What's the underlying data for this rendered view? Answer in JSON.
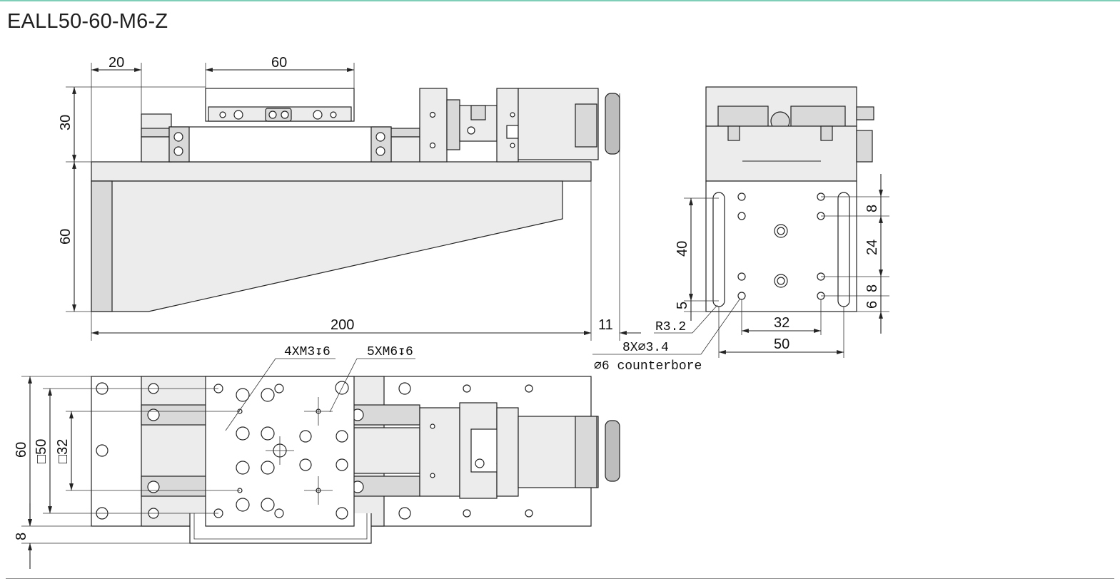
{
  "title": "EALL50-60-M6-Z",
  "side_view": {
    "dim_base_offset": "20",
    "dim_table_length": "60",
    "dim_table_height": "30",
    "dim_bracket_height": "60",
    "dim_total_length": "200",
    "dim_knob_offset": "11"
  },
  "end_view": {
    "dim_slot_length": "40",
    "dim_slot_bottom": "5",
    "dim_radius": "R3.2",
    "dim_hole_spacing_1": "8",
    "dim_hole_spacing_2": "24",
    "dim_hole_spacing_3": "8",
    "dim_hole_spacing_4": "6",
    "dim_hole_pitch": "32",
    "dim_width": "50",
    "note_holes": "8X⌀3.4",
    "note_counterbore": "⌀6 counterbore"
  },
  "top_view": {
    "callout_m3": "4XM3↧6",
    "callout_m6": "5XM6↧6",
    "dim_total_width": "60",
    "dim_square_50": "□50",
    "dim_square_32": "□32",
    "dim_bottom_offset": "8"
  }
}
